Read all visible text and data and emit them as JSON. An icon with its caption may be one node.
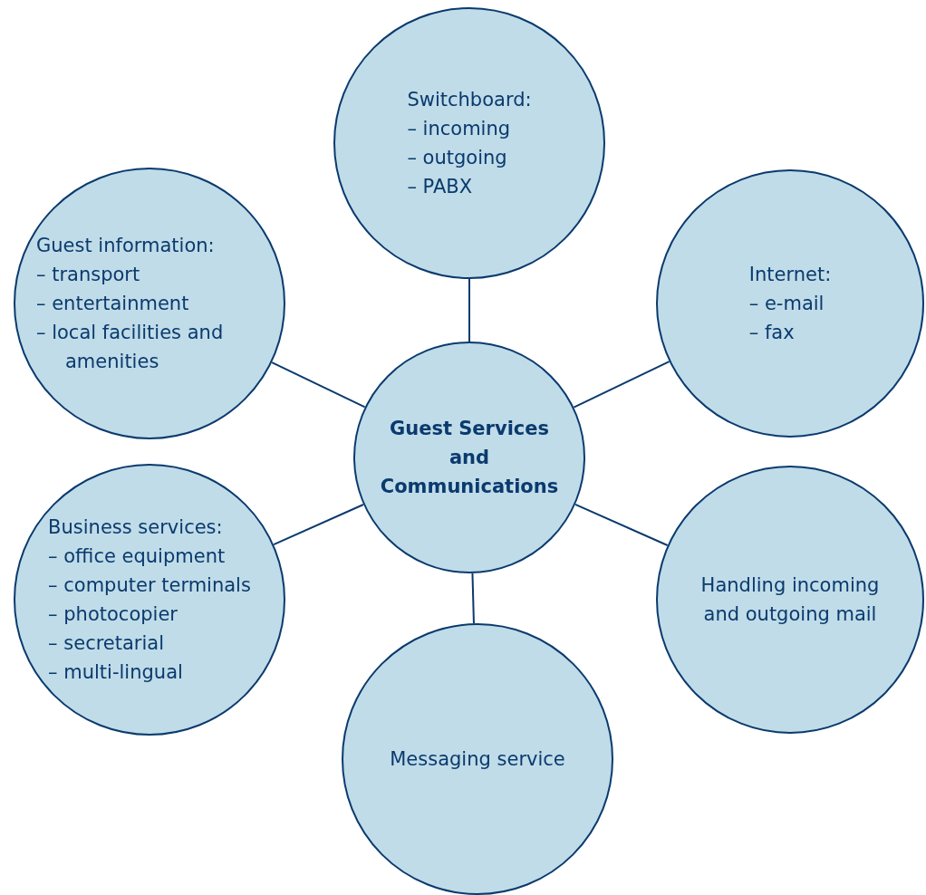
{
  "diagram": {
    "nodes": [
      {
        "text": [
          "Guest Services and Communications"
        ]
      },
      {
        "text": [
          "Switchboard:",
          "– incoming",
          "– outgoing",
          "– PABX"
        ]
      },
      {
        "text": [
          "Internet:",
          "– e-mail",
          "– fax"
        ]
      },
      {
        "text": [
          "Handling incoming and outgoing mail"
        ]
      },
      {
        "text": [
          "Messaging service"
        ]
      },
      {
        "text": [
          "Business services:",
          "– office equipment",
          "– computer terminals",
          "– photocopier",
          "– secretarial",
          "– multi-lingual"
        ]
      },
      {
        "text": [
          "Guest information:",
          "– transport",
          "– entertainment",
          "– local facilities and amenities"
        ]
      }
    ],
    "edges": [
      {
        "from": 0,
        "to": 1,
        "arrow": "none"
      },
      {
        "from": 0,
        "to": 2,
        "arrow": "none"
      },
      {
        "from": 0,
        "to": 3,
        "arrow": "none"
      },
      {
        "from": 0,
        "to": 4,
        "arrow": "none"
      },
      {
        "from": 0,
        "to": 5,
        "arrow": "none"
      },
      {
        "from": 0,
        "to": 6,
        "arrow": "none"
      }
    ]
  }
}
